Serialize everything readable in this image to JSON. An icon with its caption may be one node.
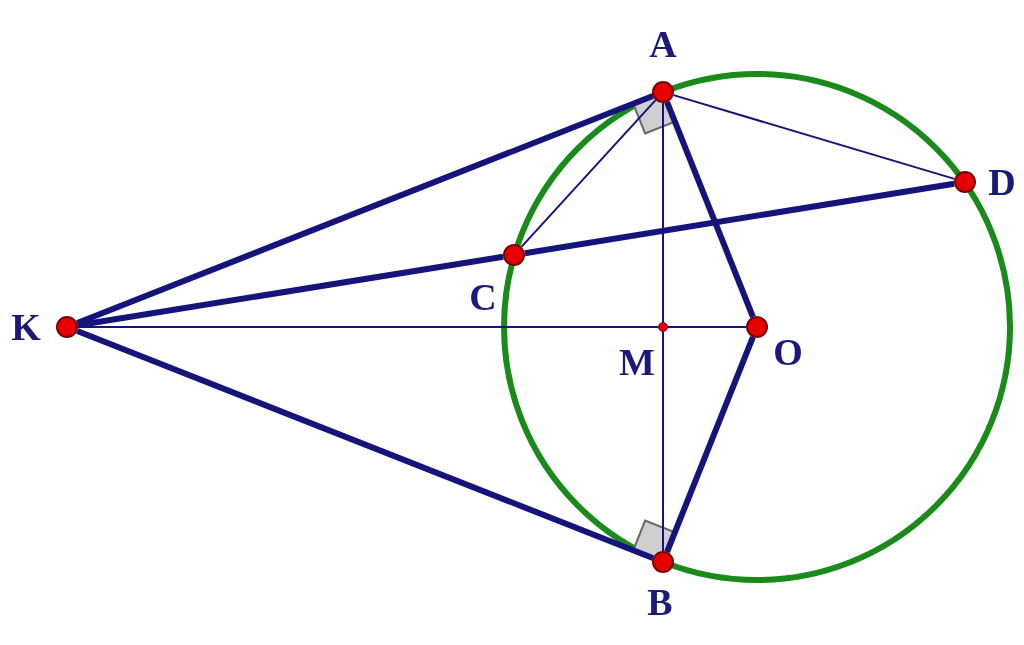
{
  "diagram": {
    "nodes": [
      {
        "text": [],
        "shape": "circle",
        "beside": [
          "A"
        ]
      },
      {
        "text": [],
        "shape": "circle",
        "beside": [
          "D"
        ]
      },
      {
        "text": [],
        "shape": "circle",
        "beside": [
          "C"
        ]
      },
      {
        "text": [],
        "shape": "circle",
        "beside": [
          "K"
        ]
      },
      {
        "text": [],
        "shape": "circle",
        "beside": [
          "M"
        ]
      },
      {
        "text": [],
        "shape": "circle",
        "beside": [
          "O"
        ]
      },
      {
        "text": [],
        "shape": "circle",
        "beside": [
          "B"
        ]
      }
    ],
    "edges": [
      {
        "from": 3,
        "to": 0,
        "arrow": "none",
        "style": "thick"
      },
      {
        "from": 3,
        "to": 6,
        "arrow": "none",
        "style": "thick"
      },
      {
        "from": 3,
        "to": 2,
        "arrow": "none",
        "style": "thick"
      },
      {
        "from": 2,
        "to": 1,
        "arrow": "none",
        "style": "thick"
      },
      {
        "from": 0,
        "to": 5,
        "arrow": "none",
        "style": "thick"
      },
      {
        "from": 6,
        "to": 5,
        "arrow": "none",
        "style": "thick"
      },
      {
        "from": 3,
        "to": 4,
        "arrow": "none"
      },
      {
        "from": 4,
        "to": 5,
        "arrow": "none"
      },
      {
        "from": 0,
        "to": 4,
        "arrow": "none"
      },
      {
        "from": 4,
        "to": 6,
        "arrow": "none"
      },
      {
        "from": 0,
        "to": 2,
        "arrow": "none"
      },
      {
        "from": 0,
        "to": 1,
        "arrow": "none"
      }
    ]
  }
}
